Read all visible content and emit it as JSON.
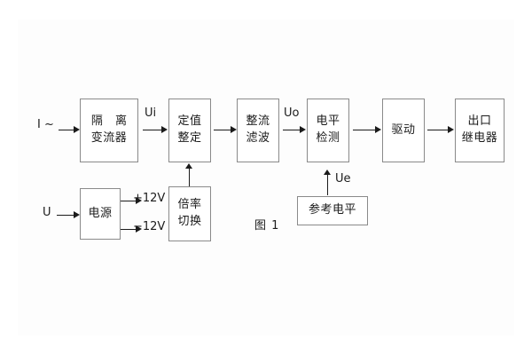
{
  "figure": {
    "caption": "图 1",
    "background": "#ffffff",
    "line_color": "#8a8a8a",
    "text_color": "#1b1b1b"
  },
  "inputs": {
    "current": "I ~",
    "voltage": "U"
  },
  "signals": {
    "ui": "Ui",
    "uo": "Uo",
    "ue": "Ue",
    "pos_rail": "+12V",
    "neg_rail": "−12V"
  },
  "blocks": {
    "isolation_ct": {
      "line1": "隔 离",
      "line2": "变流器"
    },
    "setpoint": {
      "line1": "定值",
      "line2": "整定"
    },
    "rectify_filter": {
      "line1": "整流",
      "line2": "滤波"
    },
    "level_detect": {
      "line1": "电平",
      "line2": "检测"
    },
    "drive": {
      "line1": "驱动"
    },
    "output_relay": {
      "line1": "出口",
      "line2": "继电器"
    },
    "power_supply": {
      "line1": "电源"
    },
    "multiplier_switch": {
      "line1": "倍率",
      "line2": "切换"
    },
    "reference_level": {
      "line1": "参考电平"
    }
  }
}
